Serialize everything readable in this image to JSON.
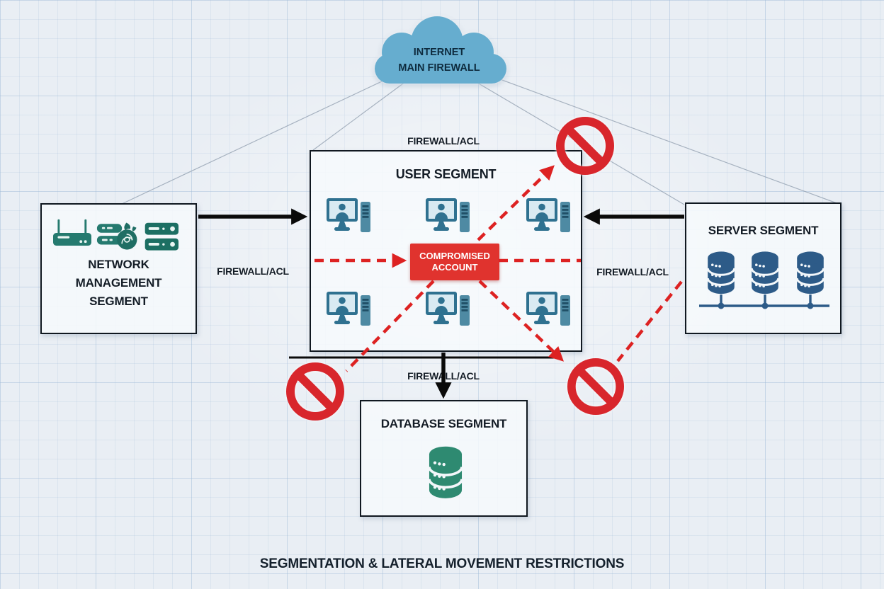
{
  "title": "SEGMENTATION & LATERAL MOVEMENT RESTRICTIONS",
  "cloud": {
    "label_line1": "INTERNET",
    "label_line2": "MAIN FIREWALL"
  },
  "firewall_labels": {
    "top": "FIREWALL/ACL",
    "left": "FIREWALL/ACL",
    "right": "FIREWALL/ACL",
    "bottom": "FIREWALL/ACL"
  },
  "segments": {
    "user": {
      "title": "USER SEGMENT"
    },
    "network_management": {
      "title_line1": "NETWORK",
      "title_line2": "MANAGEMENT",
      "title_line3": "SEGMENT"
    },
    "server": {
      "title": "SERVER SEGMENT"
    },
    "database": {
      "title": "DATABASE SEGMENT"
    }
  },
  "threat": {
    "label_line1": "COMPROMISED",
    "label_line2": "ACCOUNT"
  },
  "counts": {
    "user_workstations": 6,
    "server_databases": 3,
    "blocked_paths": 3
  },
  "icons": {
    "cloud": "cloud-icon",
    "workstation": "workstation-icon",
    "router": "router-icon",
    "threat_protection": "threat-protection-icon",
    "server_stack": "server-stack-icon",
    "database": "database-icon",
    "blocked": "no-entry-icon"
  },
  "colors": {
    "grid_background": "#e9eef4",
    "box_border": "#101820",
    "cloud_fill": "#66adcf",
    "teal_icon": "#257a6f",
    "workstation_icon": "#2f7190",
    "server_database_blue": "#2d5b88",
    "database_green": "#2e8a71",
    "prohibition_red": "#d8262c",
    "dashed_path_red": "#dd2222",
    "compromised_fill": "#e0332e",
    "arrow_black": "#0a0a0a"
  }
}
